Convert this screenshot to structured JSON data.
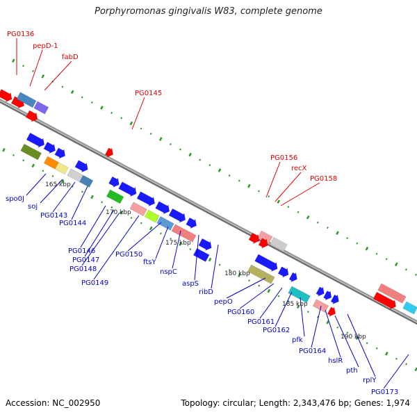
{
  "title": "Porphyromonas gingivalis W83, complete genome",
  "footer": {
    "accession": "Accession: NC_002950",
    "summary": "Topology: circular; Length: 2,343,476 bp; Genes: 1,974"
  },
  "colors": {
    "backbone": "#8a8a8a",
    "tick": "#2e9a2e",
    "top_label": "#e00000",
    "bottom_label": "#0000cc",
    "scale_label": "#222222"
  },
  "scale_labels": [
    "165 kbp",
    "170 kbp",
    "175 kbp",
    "180 kbp",
    "185 kbp",
    "190 kbp"
  ],
  "top_labels": [
    "PG0136",
    "pepD-1",
    "fabD",
    "PG0145",
    "PG0156",
    "recX",
    "PG0158"
  ],
  "bottom_labels": [
    "spo0J",
    "soj",
    "PG0143",
    "PG0144",
    "PG0146",
    "PG0147",
    "PG0148",
    "PG0149",
    "PG0150",
    "ftsY",
    "nspC",
    "aspS",
    "ribD",
    "pepO",
    "PG0160",
    "PG0161",
    "PG0162",
    "pfk",
    "PG0164",
    "hslR",
    "pth",
    "rplY",
    "PG0173"
  ]
}
